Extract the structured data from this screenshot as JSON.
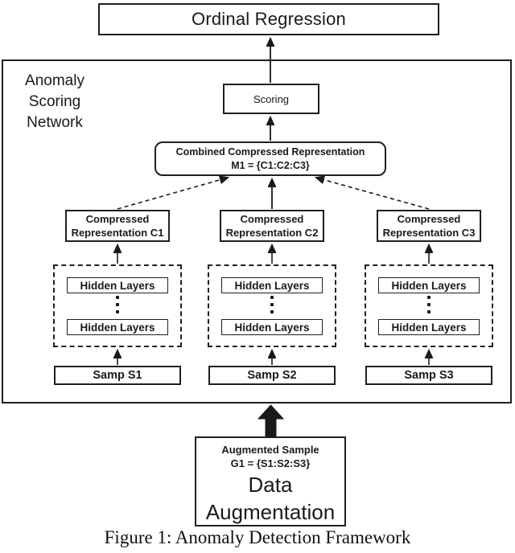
{
  "title_box": "Ordinal Regression",
  "network_label": {
    "lines": [
      "Anomaly",
      "Scoring",
      "Network"
    ]
  },
  "scoring_box": "Scoring",
  "combined_box": {
    "line1": "Combined Compressed Representation",
    "line2": "M1 = {C1:C2:C3}"
  },
  "columns": [
    {
      "compressed": {
        "line1": "Compressed",
        "line2": "Representation C1"
      },
      "hidden_top": "Hidden Layers",
      "hidden_bottom": "Hidden Layers",
      "sample": "Samp S1"
    },
    {
      "compressed": {
        "line1": "Compressed",
        "line2": "Representation C2"
      },
      "hidden_top": "Hidden Layers",
      "hidden_bottom": "Hidden Layers",
      "sample": "Samp S2"
    },
    {
      "compressed": {
        "line1": "Compressed",
        "line2": "Representation C3"
      },
      "hidden_top": "Hidden Layers",
      "hidden_bottom": "Hidden Layers",
      "sample": "Samp S3"
    }
  ],
  "augmentation_box": {
    "subtitle1": "Augmented Sample",
    "subtitle2": "G1 = {S1:S2:S3}",
    "title1": "Data",
    "title2": "Augmentation"
  },
  "caption": "Figure 1: Anomaly Detection Framework",
  "colors": {
    "line": "#1a1a1a",
    "background": "#ffffff",
    "text": "#1a1a1a"
  }
}
